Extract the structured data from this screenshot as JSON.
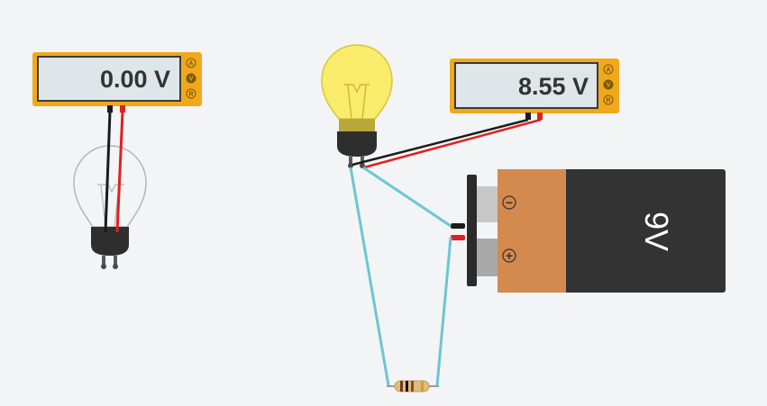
{
  "meter_left": {
    "reading": "0.00 V",
    "modes": [
      "A",
      "V",
      "R"
    ],
    "active_mode": "V"
  },
  "meter_right": {
    "reading": "8.55 V",
    "modes": [
      "A",
      "V",
      "R"
    ],
    "active_mode": "V"
  },
  "bulb_left": {
    "state": "off"
  },
  "bulb_right": {
    "state": "on"
  },
  "battery": {
    "label": "9V",
    "terminal_negative": "−",
    "terminal_positive": "+"
  },
  "colors": {
    "meter_frame": "#f1a81b",
    "meter_screen": "#dfe6ea",
    "bulb_lit": "#f8ec6a",
    "battery_orange": "#d4894f",
    "battery_dark": "#333333",
    "wire_red": "#e02020",
    "wire_black": "#1b1b1b",
    "wire_cyan": "#6cc6d4"
  }
}
